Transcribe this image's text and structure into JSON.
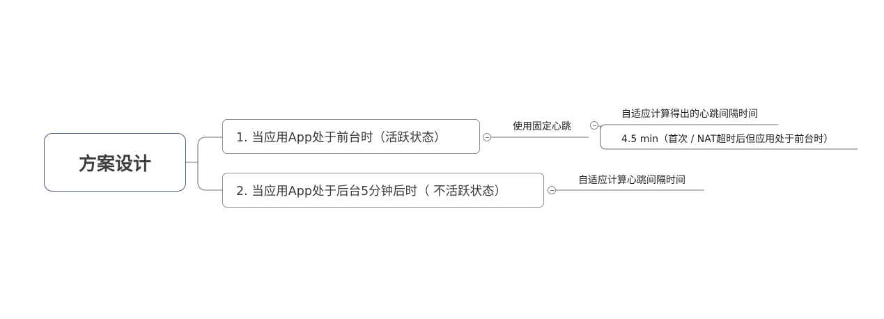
{
  "root": {
    "label": "方案设计"
  },
  "branches": [
    {
      "label": "1. 当应用App处于前台时（活跃状态）",
      "child": {
        "label": "使用固定心跳",
        "children": [
          {
            "label": "自适应计算得出的心跳间隔时间"
          },
          {
            "label": "4.5 min（首次 / NAT超时后但应用处于前台时）"
          }
        ]
      }
    },
    {
      "label": "2. 当应用App处于后台5分钟后时（ 不活跃状态）",
      "children": [
        {
          "label": "自适应计算心跳间隔时间"
        }
      ]
    }
  ],
  "colors": {
    "root_border": "#4a5a78",
    "branch_border": "#8c8c8c",
    "connector": "#8c8c8c"
  }
}
